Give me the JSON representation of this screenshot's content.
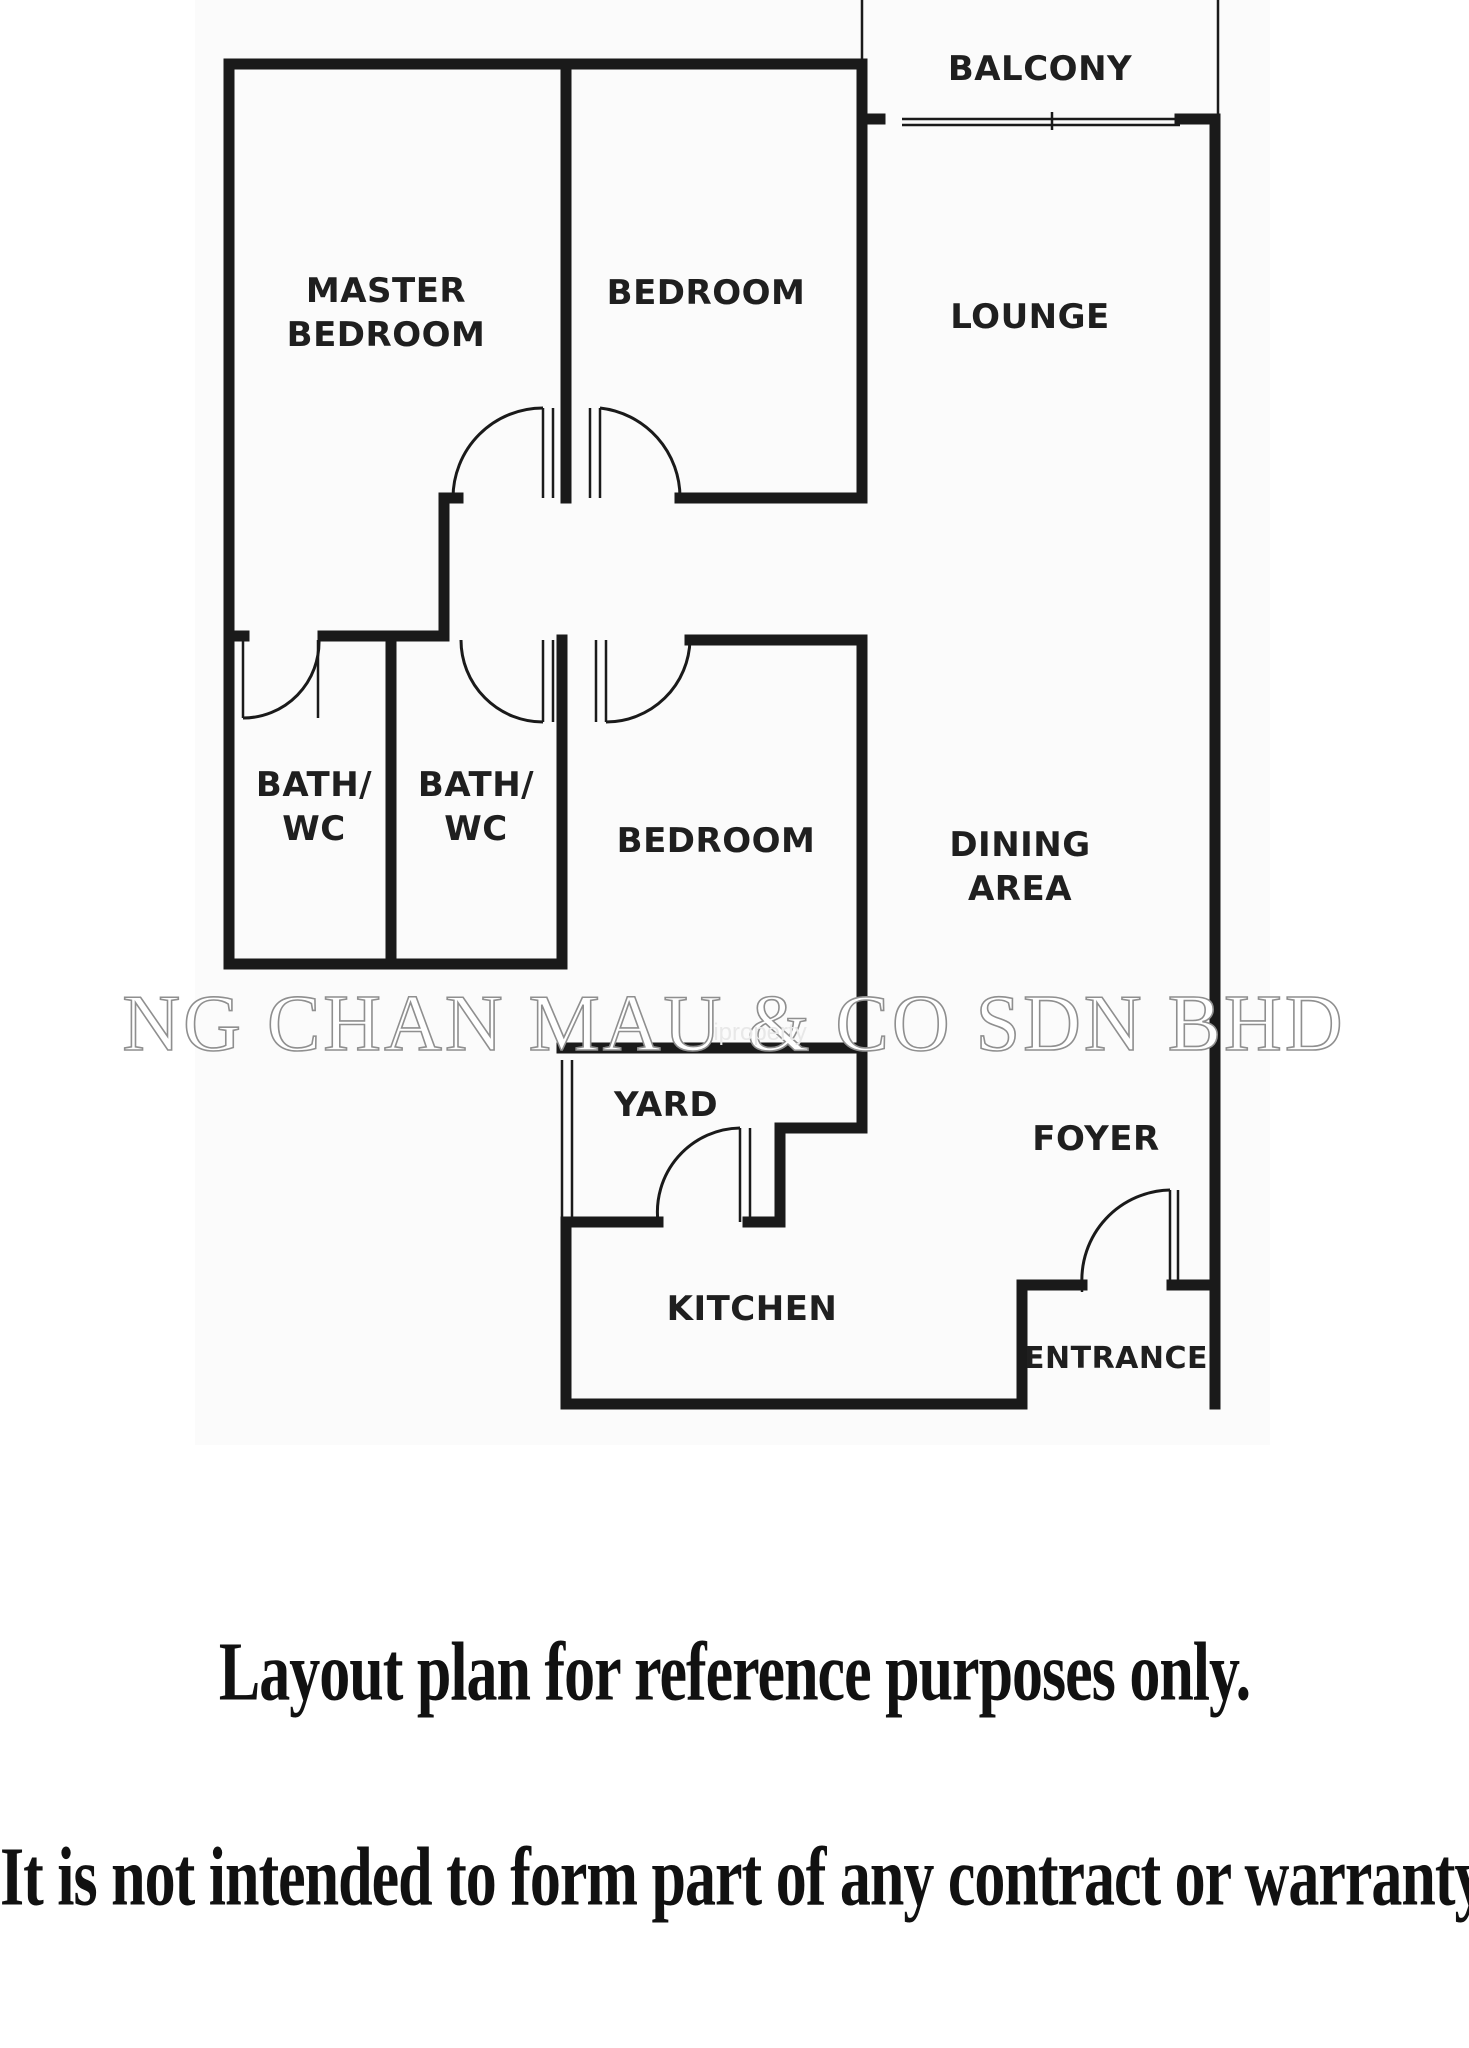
{
  "plan": {
    "rooms": {
      "balcony": "BALCONY",
      "master_bedroom_1": "MASTER",
      "master_bedroom_2": "BEDROOM",
      "bedroom_top": "BEDROOM",
      "lounge": "LOUNGE",
      "bath_left_1": "BATH/",
      "bath_left_2": "WC",
      "bath_right_1": "BATH/",
      "bath_right_2": "WC",
      "bedroom_mid": "BEDROOM",
      "dining_1": "DINING",
      "dining_2": "AREA",
      "yard": "YARD",
      "foyer": "FOYER",
      "kitchen": "KITCHEN",
      "entrance": "ENTRANCE"
    },
    "watermark": "NG CHAN MAU & CO SDN BHD",
    "watermark_small": "iproperty",
    "colors": {
      "wall": "#1a1a1a",
      "paper": "#fbfbfb",
      "background": "#ffffff"
    }
  },
  "disclaimer": {
    "line1": "Layout plan for reference purposes only.",
    "line2": "It is not intended to form part of any contract or warranty."
  }
}
